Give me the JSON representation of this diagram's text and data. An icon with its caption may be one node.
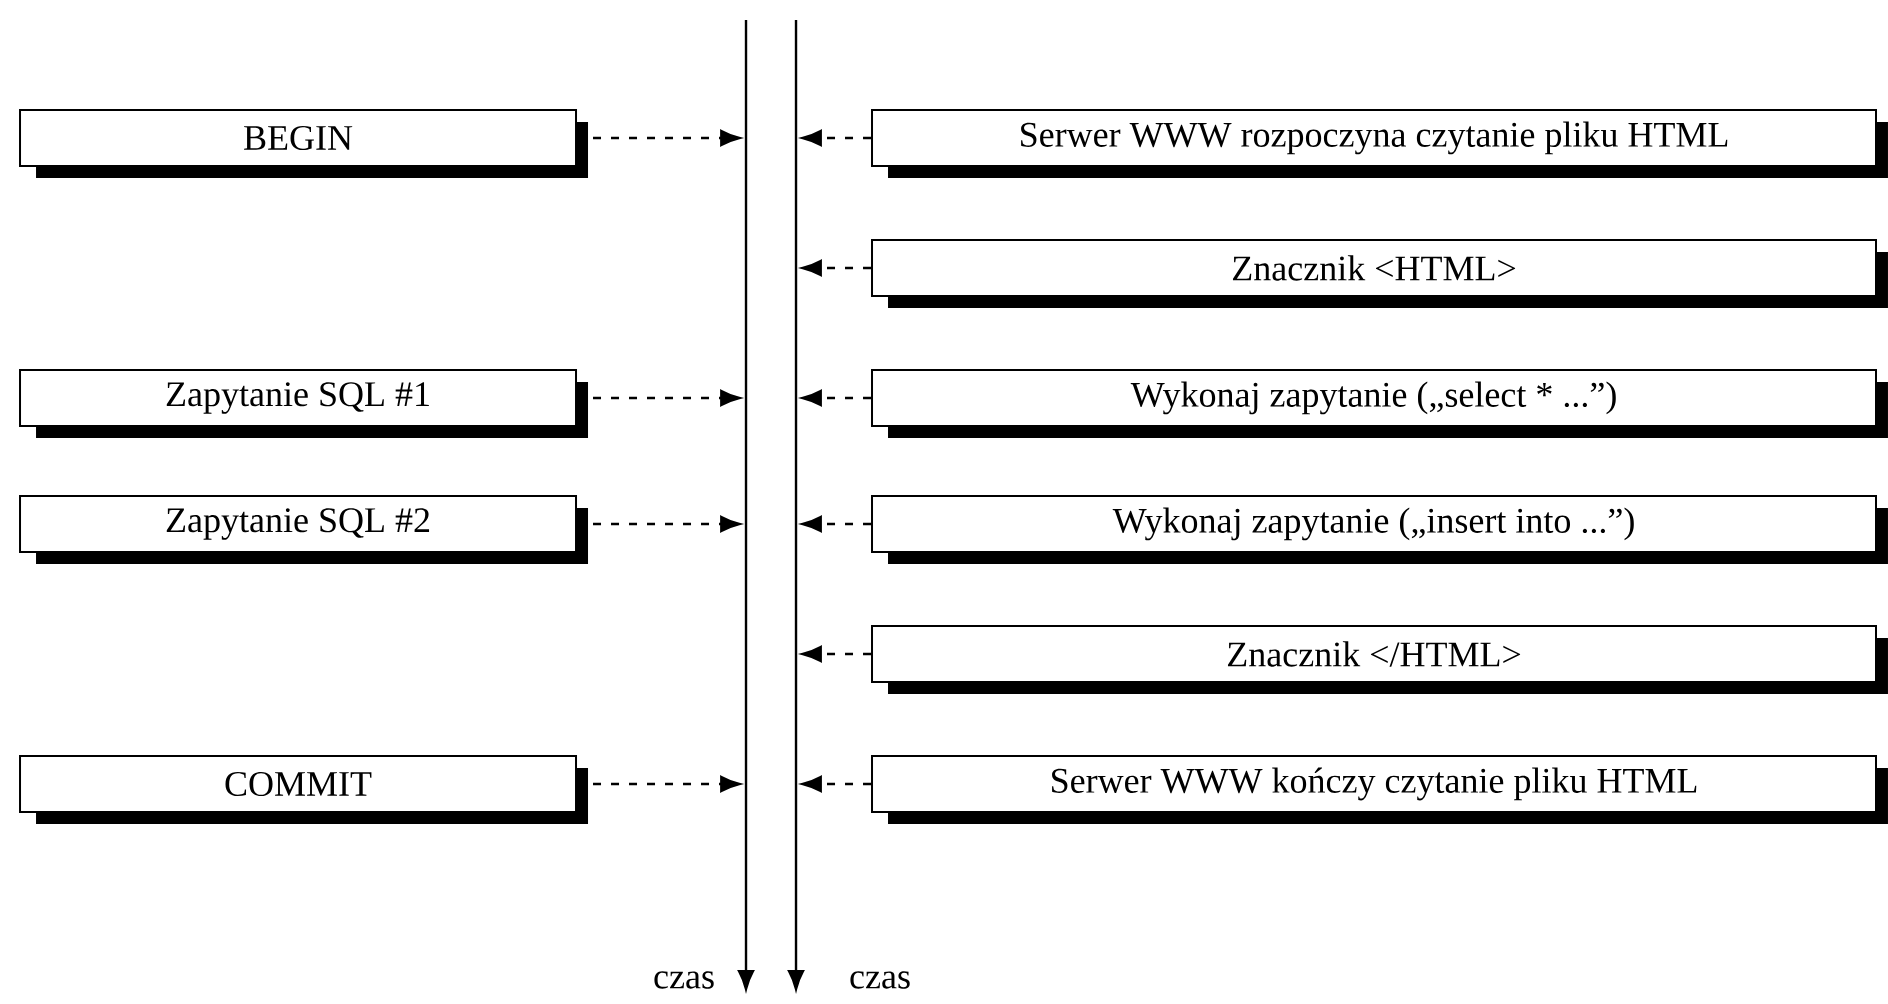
{
  "diagram": {
    "nodes": [
      {
        "text": [
          "BEGIN"
        ]
      },
      {
        "text": [
          "Serwer WWW rozpoczyna czytanie pliku HTML"
        ]
      },
      {
        "text": [
          "Znacznik <HTML>"
        ]
      },
      {
        "text": [
          "Zapytanie SQL #1"
        ]
      },
      {
        "text": [
          "Wykonaj zapytanie („select * ...”)"
        ]
      },
      {
        "text": [
          "Zapytanie SQL #2"
        ]
      },
      {
        "text": [
          "Wykonaj zapytanie („insert into ...”)"
        ]
      },
      {
        "text": [
          "Znacznik </HTML>"
        ]
      },
      {
        "text": [
          "COMMIT"
        ]
      },
      {
        "text": [
          "Serwer WWW kończy czytanie pliku HTML"
        ]
      },
      {
        "text": [],
        "shape": "bar",
        "beside": [
          "czas"
        ]
      },
      {
        "text": [],
        "shape": "bar",
        "beside": [
          "czas"
        ]
      }
    ],
    "edges": [
      {
        "from": 0,
        "to": 10,
        "arrow": "to",
        "style": "dashed"
      },
      {
        "from": 1,
        "to": 11,
        "arrow": "to",
        "style": "dashed"
      },
      {
        "from": 2,
        "to": 11,
        "arrow": "to",
        "style": "dashed"
      },
      {
        "from": 3,
        "to": 10,
        "arrow": "to",
        "style": "dashed"
      },
      {
        "from": 4,
        "to": 11,
        "arrow": "to",
        "style": "dashed"
      },
      {
        "from": 5,
        "to": 10,
        "arrow": "to",
        "style": "dashed"
      },
      {
        "from": 6,
        "to": 11,
        "arrow": "to",
        "style": "dashed"
      },
      {
        "from": 7,
        "to": 11,
        "arrow": "to",
        "style": "dashed"
      },
      {
        "from": 8,
        "to": 10,
        "arrow": "to",
        "style": "dashed"
      },
      {
        "from": 9,
        "to": 11,
        "arrow": "to",
        "style": "dashed"
      }
    ]
  }
}
